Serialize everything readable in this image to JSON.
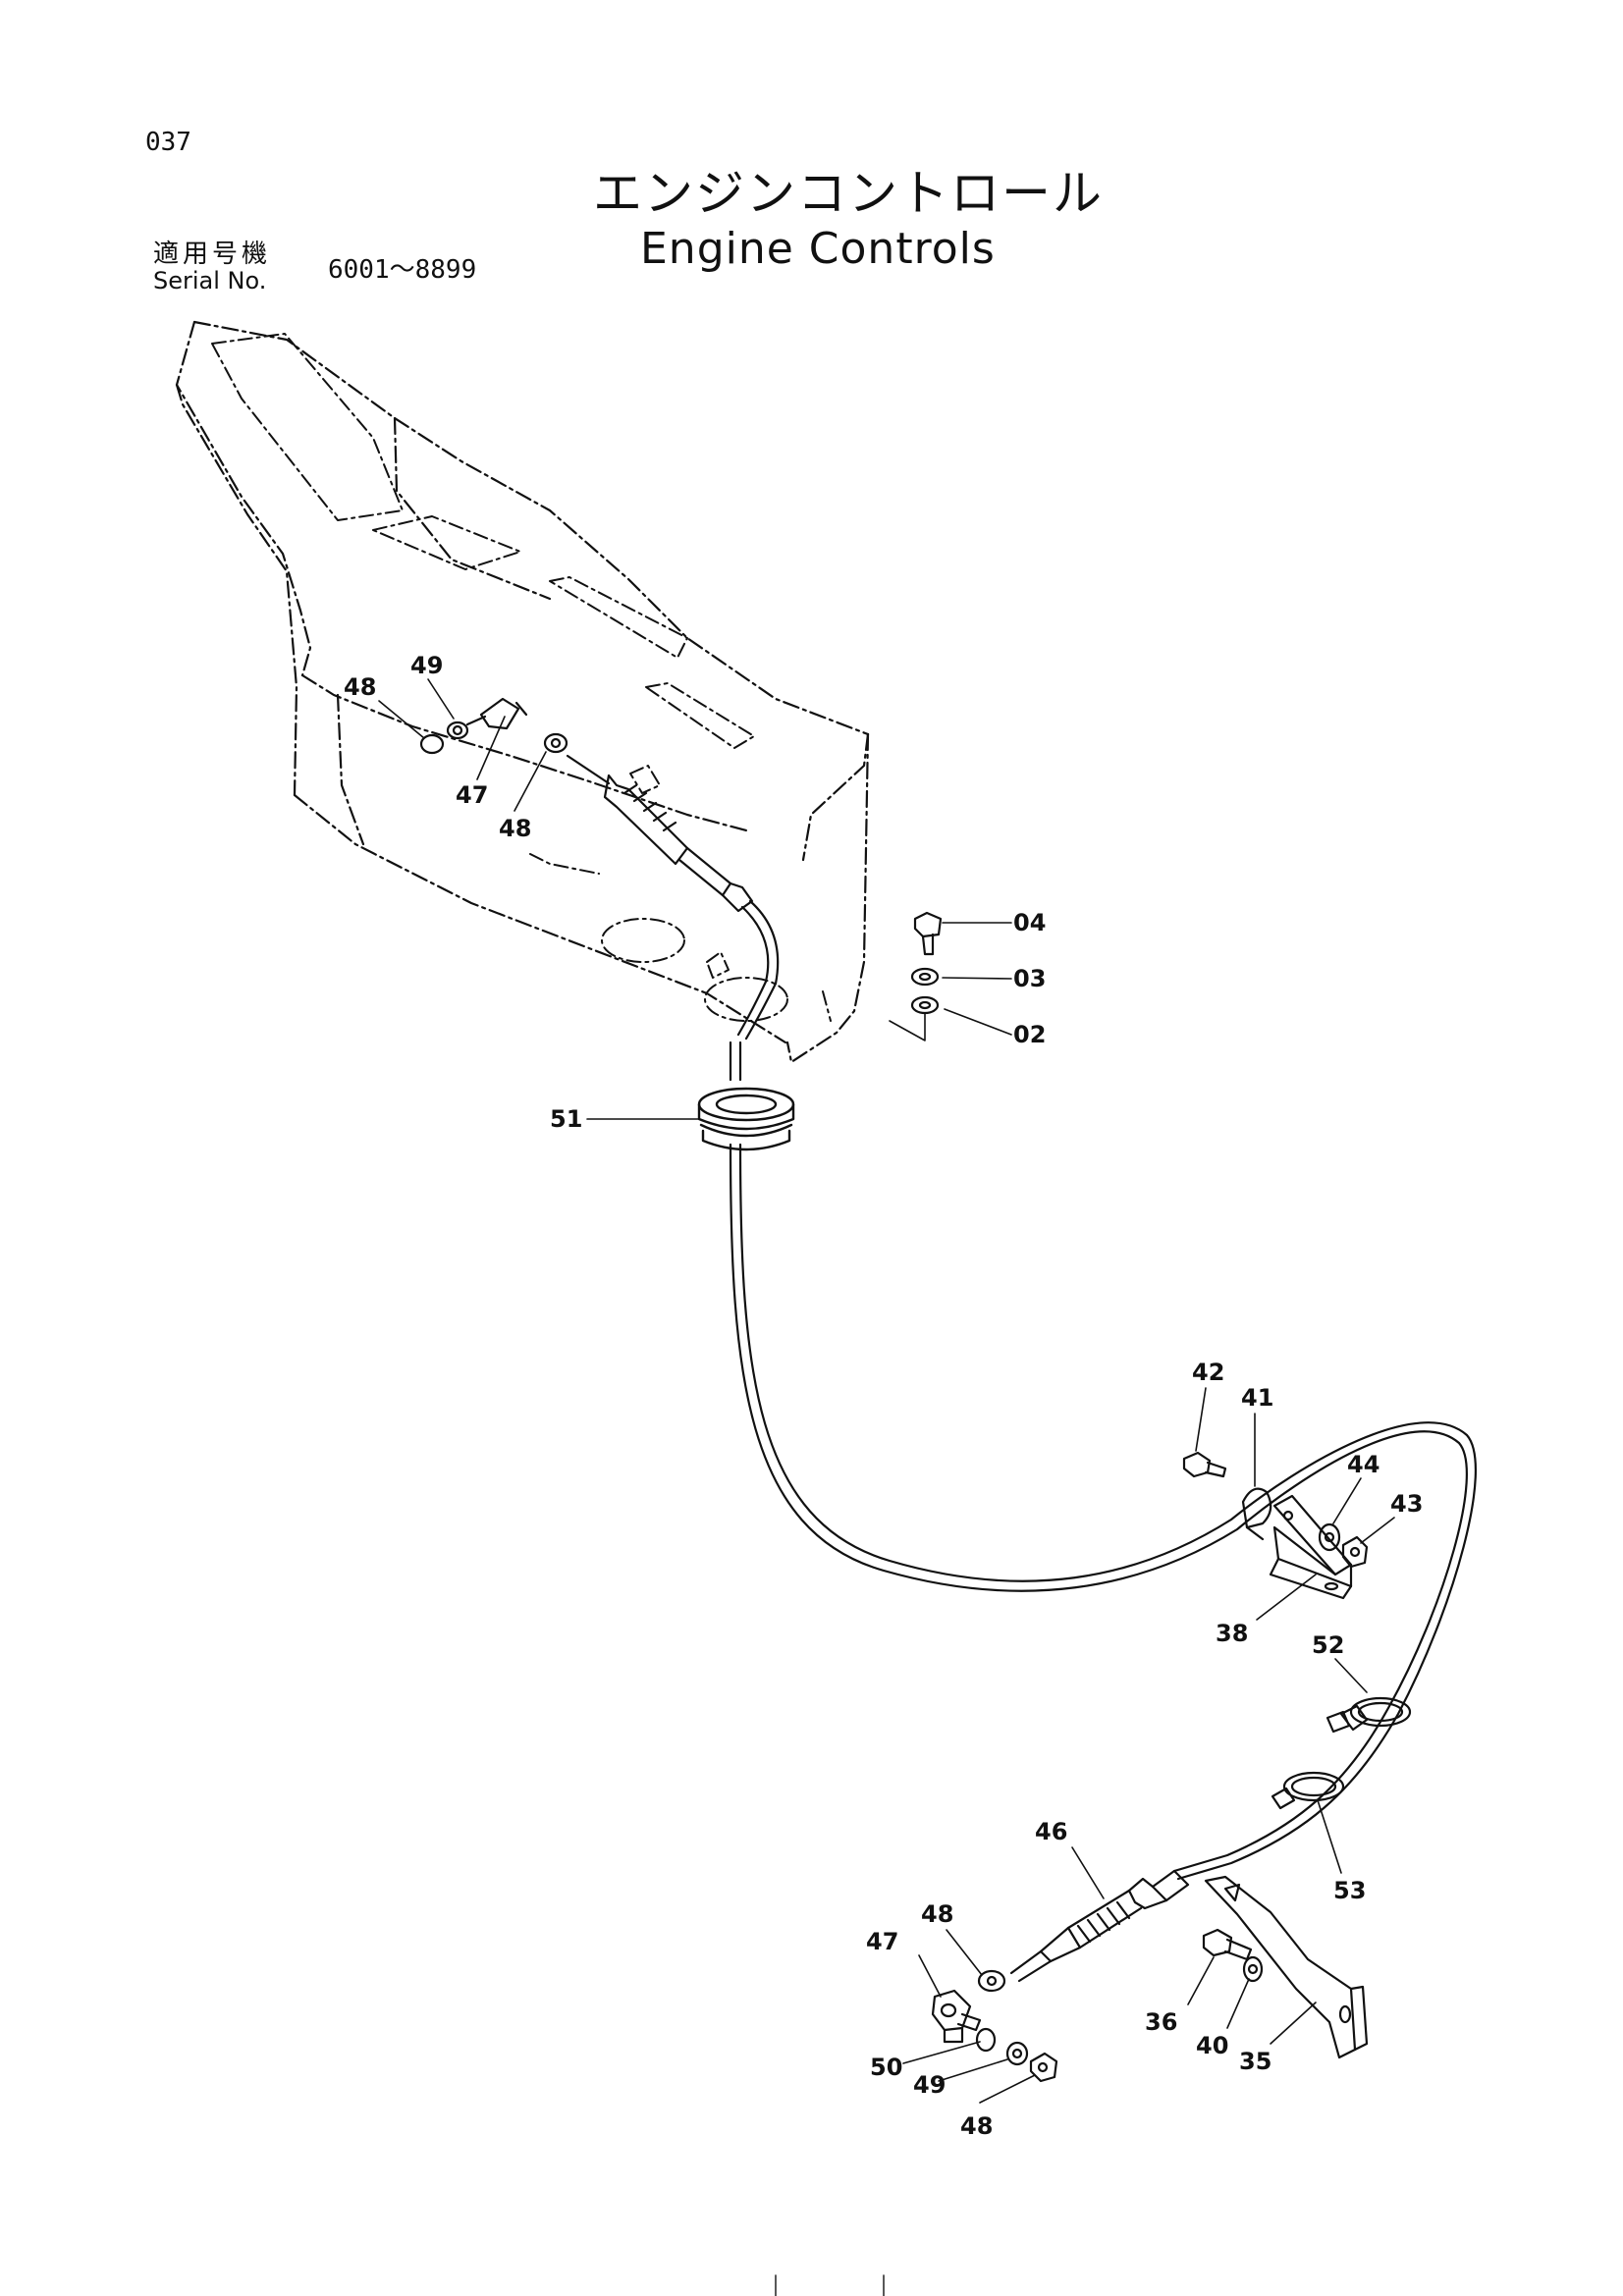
{
  "page_number": "037",
  "title": {
    "japanese": "エンジンコントロール",
    "english": "Engine Controls"
  },
  "serial": {
    "label_ja": "適用号機",
    "label_en": "Serial No.",
    "range": "6001～8899"
  },
  "callouts": [
    "48",
    "49",
    "47",
    "48",
    "04",
    "03",
    "02",
    "51",
    "42",
    "41",
    "44",
    "43",
    "38",
    "52",
    "53",
    "46",
    "48",
    "47",
    "36",
    "40",
    "35",
    "50",
    "49",
    "48"
  ]
}
